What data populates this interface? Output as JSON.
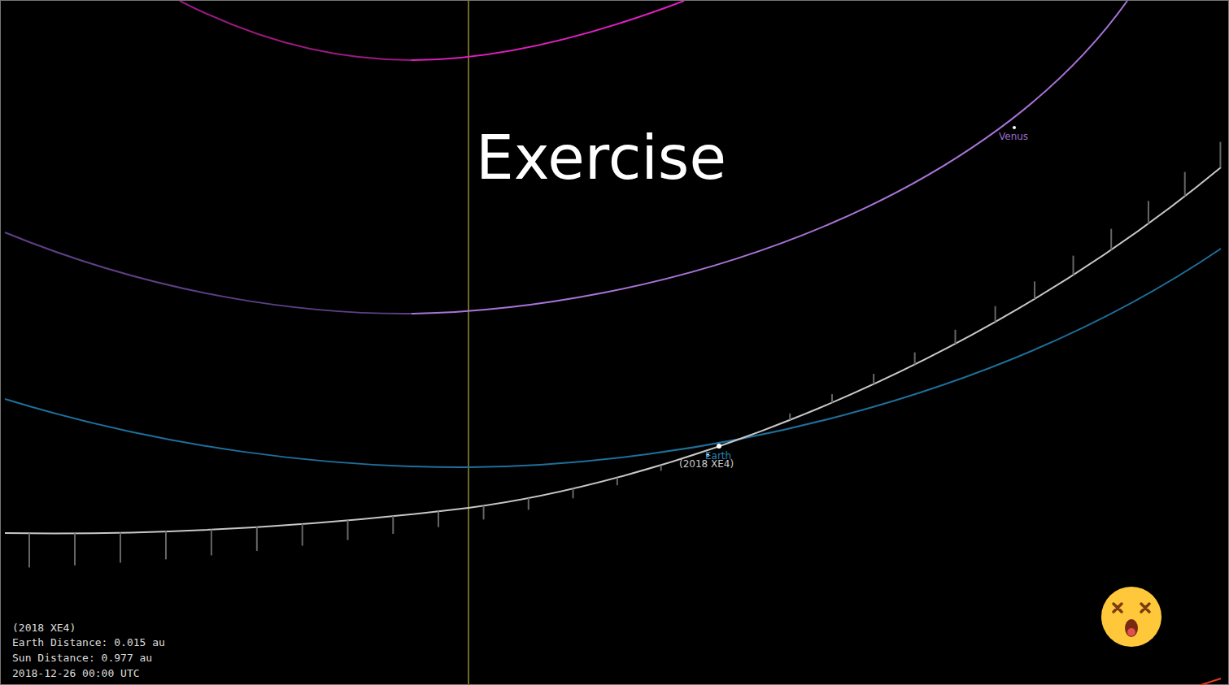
{
  "diagram": {
    "title": "Exercise",
    "labels": [
      "Venus",
      "Earth",
      "(2018 XE4)",
      "(2018 XE4)",
      "Earth Distance: 0.015 au",
      "Sun Distance: 0.977 au",
      "2018-12-26 00:00 UTC"
    ]
  }
}
